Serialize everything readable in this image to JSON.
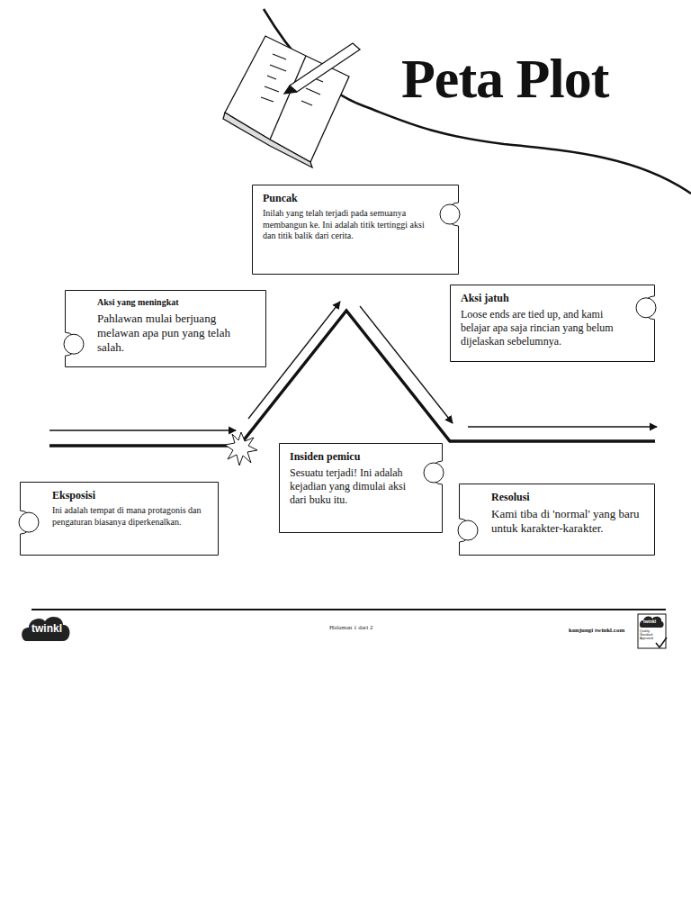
{
  "diagram": {
    "title": "Peta Plot",
    "nodes": [
      {
        "text": [
          "Puncak",
          "Inilah yang telah terjadi pada semuanya membangun ke. Ini adalah titik tertinggi aksi dan titik balik dari cerita."
        ]
      },
      {
        "text": [
          "Aksi yang meningkat",
          "Pahlawan mulai berjuang melawan apa pun yang telah salah."
        ]
      },
      {
        "text": [
          "Aksi jatuh",
          "Loose ends are tied up, and kami belajar apa saja rincian yang belum dijelaskan sebelumnya."
        ]
      },
      {
        "text": [
          "Eksposisi",
          "Ini adalah tempat di mana protagonis dan pengaturan biasanya diperkenalkan."
        ]
      },
      {
        "text": [
          "Insiden pemicu",
          "Sesuatu terjadi! Ini adalah kejadian yang dimulai aksi dari buku itu."
        ]
      },
      {
        "text": [
          "Resolusi",
          "Kami tiba di 'normal' yang baru untuk karakter-karakter."
        ]
      }
    ],
    "labels": [
      "twinkl",
      "Halaman 1 dari 2",
      "kunjungi twinkl.com",
      "twinkl",
      "Quality Standard Approved"
    ]
  }
}
